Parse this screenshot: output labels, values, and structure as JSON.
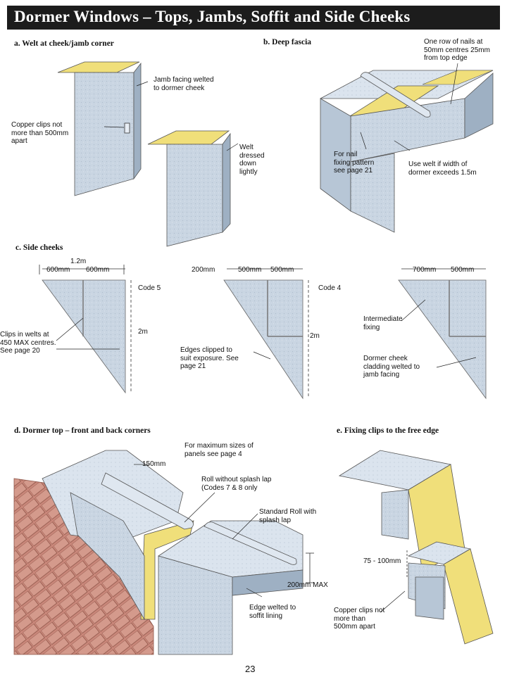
{
  "title": "Dormer Windows – Tops, Jambs, Soffit and Side Cheeks",
  "colors": {
    "lead": "#c9d5e2",
    "lead_dark": "#9eb0c3",
    "lead_light": "#dde6ef",
    "insulation": "#f0df7a",
    "tile": "#c9877a",
    "title_bar": "#1c1c1c"
  },
  "sections": {
    "a": {
      "heading": "a. Welt at cheek/jamb corner",
      "labels": [
        "Jamb facing welted\nto dormer cheek",
        "Copper clips not\nmore than 500mm\napart",
        "Welt\ndressed\ndown\nlightly"
      ]
    },
    "b": {
      "heading": "b. Deep fascia",
      "labels": [
        "One row of nails at\n50mm centres 25mm\nfrom top edge",
        "For nail\nfixing pattern\nsee page 21",
        "Use welt if width of\ndormer exceeds 1.5m"
      ]
    },
    "c": {
      "heading": "c. Side cheeks",
      "dims1": [
        "1.2m",
        "600mm",
        "600mm"
      ],
      "code1": "Code 5",
      "height1": "2m",
      "note1": "Clips in welts at\n450 MAX centres.\nSee page 20",
      "dims2": [
        "200mm",
        "500mm",
        "500mm"
      ],
      "code2": "Code 4",
      "height2": "2m",
      "note2": "Edges clipped to\nsuit exposure. See\npage 21",
      "dims3": [
        "700mm",
        "500mm"
      ],
      "note3a": "Intermediate\nfixing",
      "note3b": "Dormer cheek\ncladding welted to\njamb facing"
    },
    "d": {
      "heading": "d. Dormer top – front and back corners",
      "labels": [
        "For maximum sizes of\npanels see page 4",
        "150mm",
        "Roll without splash lap\n(Codes 7 & 8 only",
        "Standard Roll with\nsplash lap",
        "200mm MAX",
        "Edge welted to\nsoffit lining"
      ]
    },
    "e": {
      "heading": "e. Fixing clips to the free edge",
      "labels": [
        "75 - 100mm",
        "Copper clips not\nmore than\n500mm apart"
      ]
    }
  },
  "page_number": "23"
}
